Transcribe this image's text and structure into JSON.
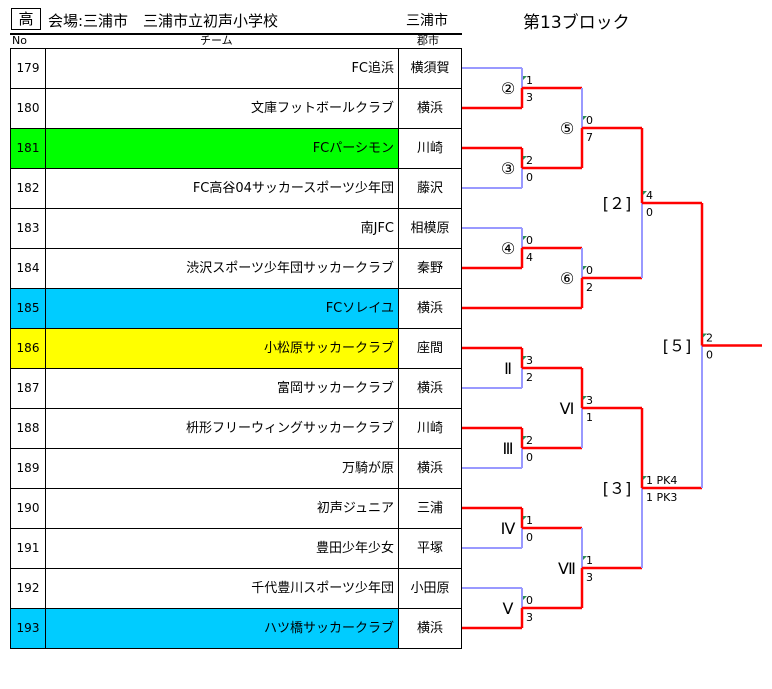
{
  "header": {
    "division_badge": "高",
    "venue": "会場:三浦市　三浦市立初声小学校",
    "city": "三浦市",
    "block": "第13ブロック"
  },
  "columns": {
    "no": "No",
    "team": "チーム",
    "city": "郡市"
  },
  "colors": {
    "green_highlight": "#00ff00",
    "cyan_highlight": "#00ccff",
    "yellow_highlight": "#ffff00",
    "winner_line": "#ff0000",
    "loser_line": "#9999ff"
  },
  "teams": [
    {
      "no": "179",
      "name": "FC追浜",
      "city": "横須賀",
      "highlight": ""
    },
    {
      "no": "180",
      "name": "文庫フットボールクラブ",
      "city": "横浜",
      "highlight": ""
    },
    {
      "no": "181",
      "name": "FCパーシモン",
      "city": "川崎",
      "highlight": "green"
    },
    {
      "no": "182",
      "name": "FC高谷04サッカースポーツ少年団",
      "city": "藤沢",
      "highlight": ""
    },
    {
      "no": "183",
      "name": "南JFC",
      "city": "相模原",
      "highlight": ""
    },
    {
      "no": "184",
      "name": "渋沢スポーツ少年団サッカークラブ",
      "city": "秦野",
      "highlight": ""
    },
    {
      "no": "185",
      "name": "FCソレイユ",
      "city": "横浜",
      "highlight": "cyan"
    },
    {
      "no": "186",
      "name": "小松原サッカークラブ",
      "city": "座間",
      "highlight": "yellow"
    },
    {
      "no": "187",
      "name": "富岡サッカークラブ",
      "city": "横浜",
      "highlight": ""
    },
    {
      "no": "188",
      "name": "枡形フリーウィングサッカークラブ",
      "city": "川崎",
      "highlight": ""
    },
    {
      "no": "189",
      "name": "万騎が原",
      "city": "横浜",
      "highlight": ""
    },
    {
      "no": "190",
      "name": "初声ジュニア",
      "city": "三浦",
      "highlight": ""
    },
    {
      "no": "191",
      "name": "豊田少年少女",
      "city": "平塚",
      "highlight": ""
    },
    {
      "no": "192",
      "name": "千代豊川スポーツ少年団",
      "city": "小田原",
      "highlight": ""
    },
    {
      "no": "193",
      "name": "ハツ橋サッカークラブ",
      "city": "横浜",
      "highlight": "cyan"
    }
  ],
  "bracket": {
    "m1": {
      "label": "②",
      "top": "1",
      "bottom": "3"
    },
    "m2": {
      "label": "③",
      "top": "2",
      "bottom": "0"
    },
    "m3": {
      "label": "④",
      "top": "0",
      "bottom": "4"
    },
    "m4": {
      "label": "Ⅱ",
      "top": "3",
      "bottom": "2"
    },
    "m5": {
      "label": "Ⅲ",
      "top": "2",
      "bottom": "0"
    },
    "m6": {
      "label": "Ⅳ",
      "top": "1",
      "bottom": "0"
    },
    "m7": {
      "label": "Ⅴ",
      "top": "0",
      "bottom": "3"
    },
    "m8": {
      "label": "⑤",
      "top": "0",
      "bottom": "7"
    },
    "m9": {
      "label": "⑥",
      "top": "0",
      "bottom": "2"
    },
    "m10": {
      "label": "Ⅵ",
      "top": "3",
      "bottom": "1"
    },
    "m11": {
      "label": "Ⅶ",
      "top": "1",
      "bottom": "3"
    },
    "m12": {
      "label": "[２]",
      "top": "4",
      "bottom": "0"
    },
    "m13": {
      "label": "[３]",
      "top": "1 PK4",
      "bottom": "1 PK3"
    },
    "m14": {
      "label": "[５]",
      "top": "2",
      "bottom": "0"
    }
  }
}
